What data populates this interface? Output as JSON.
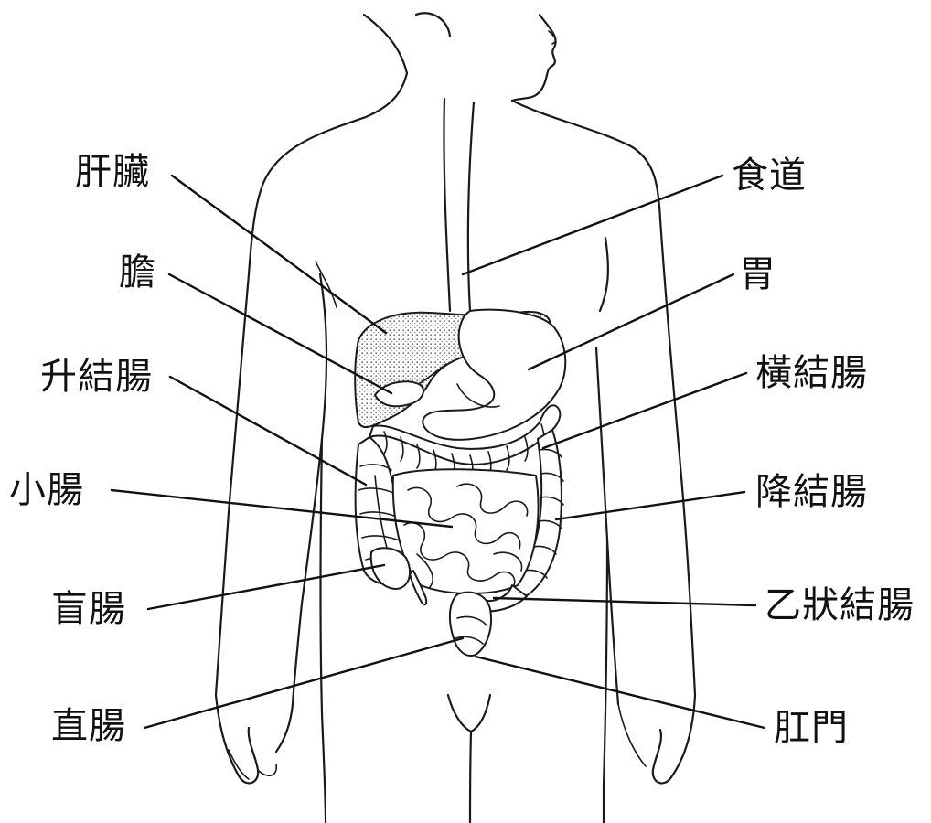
{
  "labels": {
    "liver": "肝臟",
    "gallbladder": "膽",
    "ascending_colon": "升結腸",
    "small_intestine": "小腸",
    "cecum": "盲腸",
    "rectum": "直腸",
    "esophagus": "食道",
    "stomach": "胃",
    "transverse_colon": "橫結腸",
    "descending_colon": "降結腸",
    "sigmoid_colon": "乙狀結腸",
    "anus": "肛門"
  },
  "colors": {
    "ink": "#111111",
    "background": "#ffffff",
    "stipple": "#6b6b6b"
  }
}
